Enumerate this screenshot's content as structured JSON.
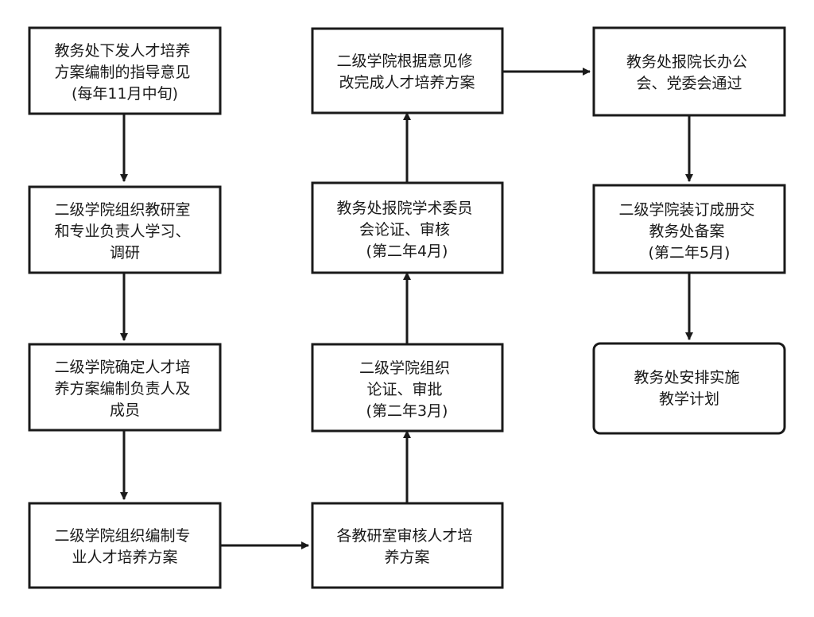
{
  "nodes": {
    "n1": {
      "lines": [
        "教务处下发人才培养",
        "方案编制的指导意见",
        "(每年11月中旬)"
      ]
    },
    "n2": {
      "lines": [
        "二级学院组织教研室",
        "和专业负责人学习、",
        "调研"
      ]
    },
    "n3": {
      "lines": [
        "二级学院确定人才培",
        "养方案编制负责人及",
        "成员"
      ]
    },
    "n4": {
      "lines": [
        "二级学院组织编制专",
        "业人才培养方案"
      ]
    },
    "n5": {
      "lines": [
        "各教研室审核人才培",
        "养方案"
      ]
    },
    "n6": {
      "lines": [
        "二级学院组织",
        "论证、审批",
        "(第二年3月)"
      ]
    },
    "n7": {
      "lines": [
        "教务处报院学术委员",
        "会论证、审核",
        "(第二年4月)"
      ]
    },
    "n8": {
      "lines": [
        "二级学院根据意见修",
        "改完成人才培养方案"
      ]
    },
    "n9": {
      "lines": [
        "教务处报院长办公",
        "会、党委会通过"
      ]
    },
    "n10": {
      "lines": [
        "二级学院装订成册交",
        "教务处备案",
        "(第二年5月)"
      ]
    },
    "n11": {
      "lines": [
        "教务处安排实施",
        "教学计划"
      ]
    }
  }
}
